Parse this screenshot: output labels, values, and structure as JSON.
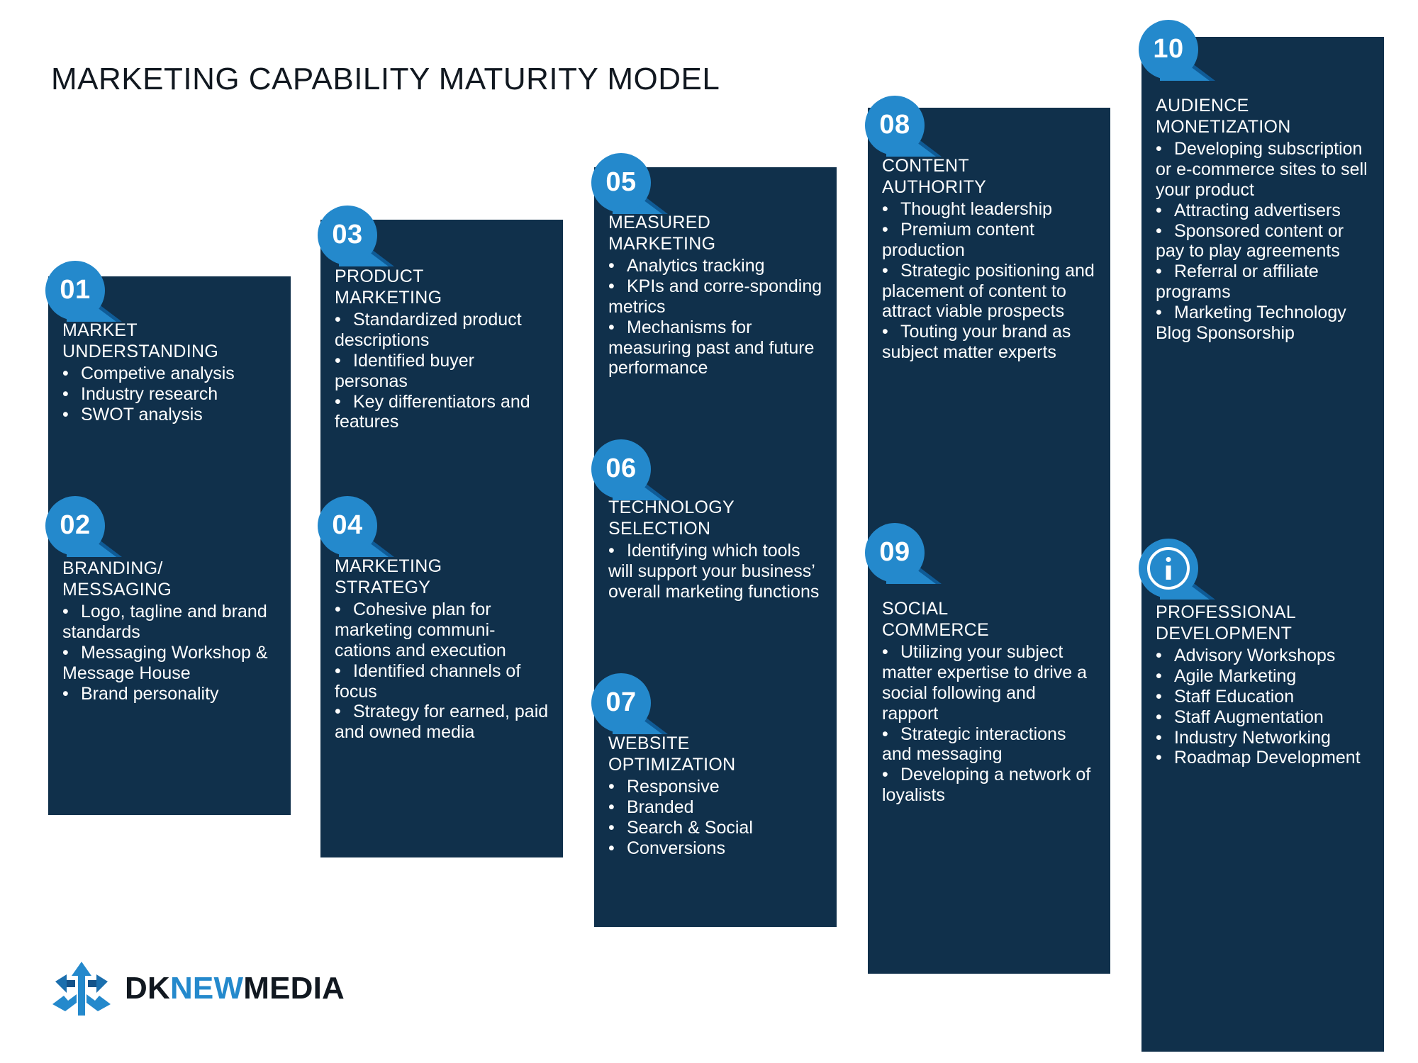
{
  "title": "MARKETING CAPABILITY MATURITY MODEL",
  "colors": {
    "panel": "#10304b",
    "badge": "#2489cc",
    "badge_shadow": "#0f5b96",
    "text": "#ffffff",
    "title": "#111820"
  },
  "logo": {
    "mark": "dknewmedia-arrows-icon",
    "part1": "DK",
    "part2": "NEW",
    "part3": "MEDIA"
  },
  "cards": [
    {
      "number": "01",
      "badge_type": "number",
      "title": "MARKET\nUNDERSTANDING",
      "bullets": [
        "Competive analysis",
        "Industry research",
        "SWOT analysis"
      ]
    },
    {
      "number": "02",
      "badge_type": "number",
      "title": "BRANDING/\nMESSAGING",
      "bullets": [
        "Logo, tagline and brand standards",
        "Messaging Workshop & Message House",
        "Brand personality"
      ]
    },
    {
      "number": "03",
      "badge_type": "number",
      "title": "PRODUCT\nMARKETING",
      "bullets": [
        "Standardized product descriptions",
        "Identified buyer personas",
        "Key differentiators and features"
      ]
    },
    {
      "number": "04",
      "badge_type": "number",
      "title": "MARKETING\nSTRATEGY",
      "bullets": [
        "Cohesive plan for marketing communi-cations and execution",
        "Identified channels of focus",
        "Strategy for earned, paid and owned media"
      ]
    },
    {
      "number": "05",
      "badge_type": "number",
      "title": "MEASURED\nMARKETING",
      "bullets": [
        "Analytics tracking",
        "KPIs and corre-sponding metrics",
        "Mechanisms for measuring past and future performance"
      ]
    },
    {
      "number": "06",
      "badge_type": "number",
      "title": "TECHNOLOGY\nSELECTION",
      "bullets": [
        "Identifying which tools will support your business’ overall marketing functions"
      ]
    },
    {
      "number": "07",
      "badge_type": "number",
      "title": "WEBSITE\nOPTIMIZATION",
      "bullets": [
        "Responsive",
        "Branded",
        "Search & Social",
        "Conversions"
      ]
    },
    {
      "number": "08",
      "badge_type": "number",
      "title": "CONTENT\nAUTHORITY",
      "bullets": [
        "Thought leadership",
        "Premium content production",
        "Strategic positioning and placement of content to attract viable prospects",
        "Touting your brand as subject matter experts"
      ]
    },
    {
      "number": "09",
      "badge_type": "number",
      "title": "SOCIAL\nCOMMERCE",
      "bullets": [
        "Utilizing your subject matter expertise to drive a social following and rapport",
        "Strategic interactions and messaging",
        "Developing a network of loyalists"
      ]
    },
    {
      "number": "10",
      "badge_type": "number",
      "title": "AUDIENCE\nMONETIZATION",
      "bullets": [
        "Developing subscription or e-commerce sites to sell your product",
        "Attracting advertisers",
        "Sponsored content or pay to play agreements",
        "Referral or affiliate programs",
        "Marketing Technology Blog Sponsorship"
      ]
    },
    {
      "number": "info",
      "badge_type": "info",
      "title": "PROFESSIONAL\nDEVELOPMENT",
      "bullets": [
        "Advisory Workshops",
        "Agile Marketing",
        "Staff Education",
        "Staff Augmentation",
        "Industry Networking",
        "Roadmap Development"
      ]
    }
  ]
}
